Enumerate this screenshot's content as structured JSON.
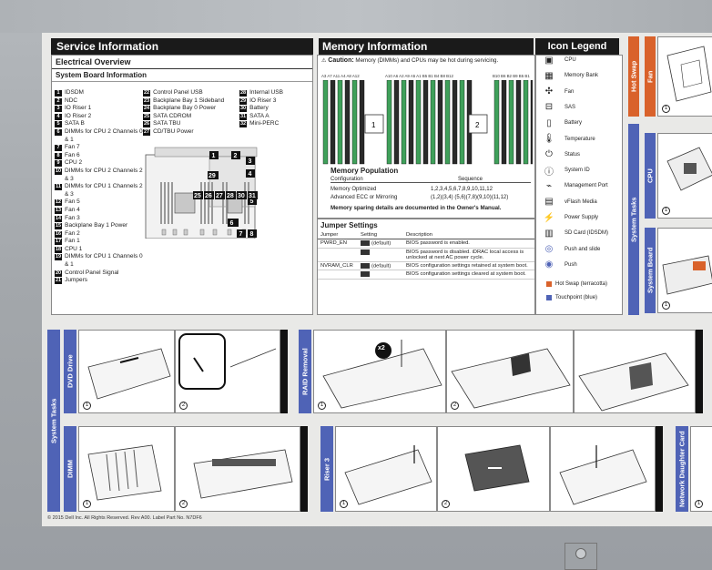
{
  "service": {
    "title": "Service Information",
    "electrical": "Electrical Overview",
    "board_info": "System Board Information",
    "items_left": [
      {
        "n": "1",
        "t": "IDSDM"
      },
      {
        "n": "2",
        "t": "NDC"
      },
      {
        "n": "3",
        "t": "IO Riser 1"
      },
      {
        "n": "4",
        "t": "IO Riser 2"
      },
      {
        "n": "5",
        "t": "SATA B"
      },
      {
        "n": "6",
        "t": "DIMMs for CPU 2 Channels 0 & 1"
      },
      {
        "n": "7",
        "t": "Fan 7"
      },
      {
        "n": "8",
        "t": "Fan 6"
      },
      {
        "n": "9",
        "t": "CPU 2"
      },
      {
        "n": "10",
        "t": "DIMMs for CPU 2 Channels 2 & 3"
      },
      {
        "n": "11",
        "t": "DIMMs for CPU 1 Channels 2 & 3"
      },
      {
        "n": "12",
        "t": "Fan 5"
      },
      {
        "n": "13",
        "t": "Fan 4"
      },
      {
        "n": "14",
        "t": "Fan 3"
      },
      {
        "n": "15",
        "t": "Backplane Bay 1 Power"
      },
      {
        "n": "16",
        "t": "Fan 2"
      },
      {
        "n": "17",
        "t": "Fan 1"
      },
      {
        "n": "18",
        "t": "CPU 1"
      },
      {
        "n": "19",
        "t": "DIMMs for CPU 1 Channels 0 & 1"
      },
      {
        "n": "20",
        "t": "Control Panel Signal"
      },
      {
        "n": "21",
        "t": "Jumpers"
      }
    ],
    "items_mid": [
      {
        "n": "22",
        "t": "Control Panel USB"
      },
      {
        "n": "23",
        "t": "Backplane Bay 1 Sideband"
      },
      {
        "n": "24",
        "t": "Backplane Bay 0 Power"
      },
      {
        "n": "25",
        "t": "SATA CDROM"
      },
      {
        "n": "26",
        "t": "SATA TBU"
      },
      {
        "n": "27",
        "t": "CD/TBU Power"
      }
    ],
    "items_right": [
      {
        "n": "28",
        "t": "Internal USB"
      },
      {
        "n": "29",
        "t": "IO Riser 3"
      },
      {
        "n": "30",
        "t": "Battery"
      },
      {
        "n": "31",
        "t": "SATA A"
      },
      {
        "n": "32",
        "t": "Mini-PERC"
      }
    ]
  },
  "memory": {
    "title": "Memory Information",
    "caution_label": "Caution:",
    "caution_text": "Memory (DIMMs) and CPUs may be hot during servicing.",
    "bank_left": "A3 A7 A11 A4 A8 A12",
    "bank_mid": "A10 A6 A2 A9 A5 A1 B5 B1 B4 B8 B12",
    "bank_right": "B10 B6 B2 B9 B5 B1",
    "cpu1": "1",
    "cpu2": "2",
    "population_title": "Memory Population",
    "col_config": "Configuration",
    "col_sequence": "Sequence",
    "rows": [
      {
        "c": "Memory Optimized",
        "s": "1,2,3,4,5,6,7,8,9,10,11,12"
      },
      {
        "c": "Advanced ECC or Mirroring",
        "s": "(1,2)(3,4) (5,6)(7,8)(9,10)(11,12)"
      }
    ],
    "note": "Memory sparing details are documented in the Owner's Manual."
  },
  "jumpers": {
    "title": "Jumper Settings",
    "h_jumper": "Jumper",
    "h_setting": "Setting",
    "h_desc": "Description",
    "j1": "PWRD_EN",
    "j2": "NVRAM_CLR",
    "default": "(default)",
    "d1": "BIOS password is enabled.",
    "d2": "BIOS password is disabled. iDRAC local access is unlocked at next AC power cycle.",
    "d3": "BIOS configuration settings retained at system boot.",
    "d4": "BIOS configuration settings cleared at system boot."
  },
  "icons": {
    "title": "Icon Legend",
    "items": [
      "CPU",
      "Memory Bank",
      "Fan",
      "SAS",
      "Battery",
      "Temperature",
      "Status",
      "System ID",
      "Management Port",
      "vFlash Media",
      "Power Supply",
      "SD Card (IDSDM)",
      "Push and slide",
      "Push"
    ],
    "hot_swap_note": "Hot Swap (terracotta)",
    "touchpoint_note": "Touchpoint (blue)",
    "hot_color": "#d9622b",
    "touch_color": "#4f63b6"
  },
  "tasks": {
    "hot_swap": "Hot Swap",
    "fan": "Fan",
    "cpu": "CPU",
    "system_tasks": "System Tasks",
    "system_board": "System Board",
    "dvd": "DVD Drive",
    "raid": "RAID Removal",
    "dimm": "DIMM",
    "riser3": "Riser 3",
    "ndc": "Network Daughter Card",
    "x2": "x2",
    "step1": "1",
    "step2": "2"
  },
  "footer": "© 2015 Dell Inc. All Rights Reserved. Rev A00. Label Part No. N7DF6"
}
